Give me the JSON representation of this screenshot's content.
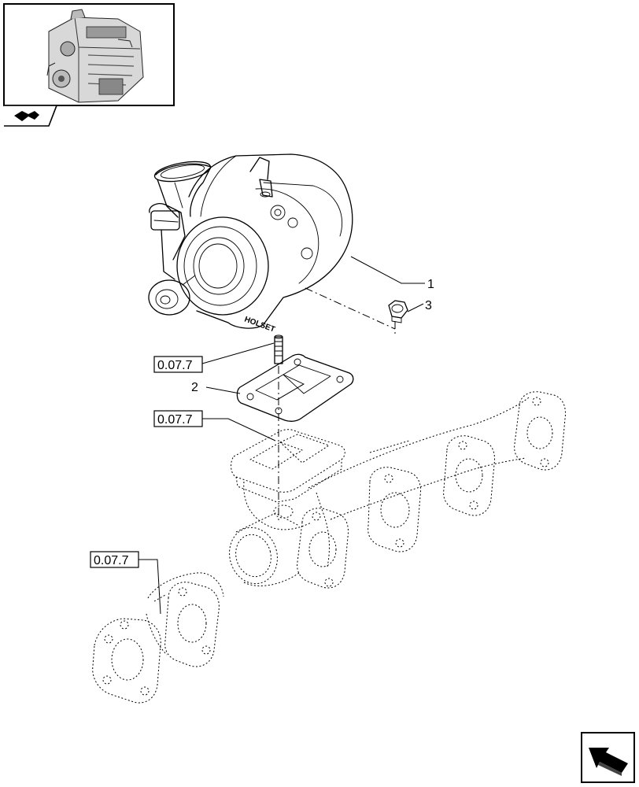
{
  "references": {
    "turbo_stud_ref": "0.07.7",
    "manifold_ref": "0.07.7",
    "manifold_section_ref": "0.07.7"
  },
  "callouts": {
    "turbocharger": "1",
    "gasket": "2",
    "nut": "3"
  },
  "turbo_stamp": "HOLSET",
  "icons": {
    "thumbnail": "engine-thumbnail-icon",
    "section_nav": "section-nav-arrow-icon",
    "next_page": "next-page-arrow-icon"
  },
  "colors": {
    "line": "#000000",
    "background": "#ffffff"
  }
}
